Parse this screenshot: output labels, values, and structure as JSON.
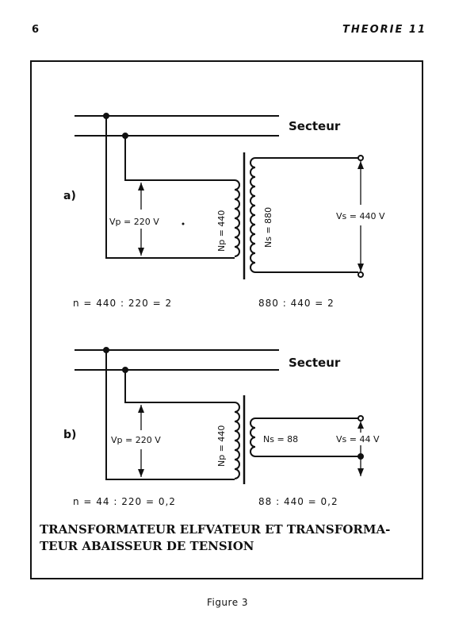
{
  "header": {
    "page_number": "6",
    "running_head": "THEORIE 11"
  },
  "diagram_a": {
    "section_label": "a)",
    "mains_label": "Secteur",
    "primary_voltage": "Vp = 220 V",
    "primary_turns": "Np = 440",
    "secondary_turns": "Ns = 880",
    "secondary_voltage": "Vs = 440 V",
    "ratio_n": "n = 440 : 220 = 2",
    "ratio_turns": "880 : 440 = 2"
  },
  "diagram_b": {
    "section_label": "b)",
    "mains_label": "Secteur",
    "primary_voltage": "Vp = 220 V",
    "primary_turns": "Np = 440",
    "secondary_turns": "Ns = 88",
    "secondary_voltage": "Vs = 44 V",
    "ratio_n": "n = 44 : 220 = 0,2",
    "ratio_turns": "88 : 440 = 0,2"
  },
  "title": {
    "line1": "TRANSFORMATEUR ELFVATEUR ET TRANSFORMA-",
    "line2": "TEUR ABAISSEUR DE TENSION"
  },
  "caption": "Figure 3"
}
